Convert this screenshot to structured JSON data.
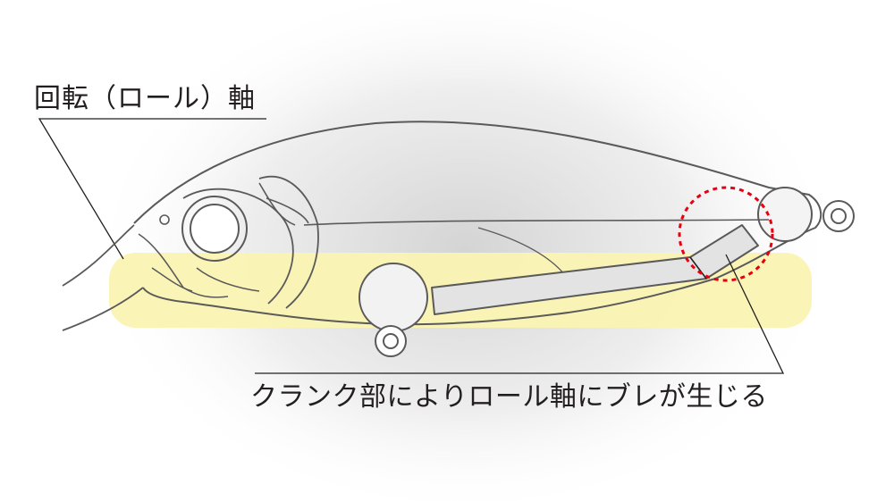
{
  "labels": {
    "roll_axis": "回転（ロール）軸",
    "crank_note": "クランク部によりロール軸にブレが生じる"
  },
  "colors": {
    "background_glow": "#e8e8e8",
    "roll_axis_band": "#fbf3b3",
    "outline": "#5a5a5a",
    "crank_plate": "#e3e3e3",
    "highlight_circle": "#e60012",
    "leader_line": "#231f20"
  },
  "icons": {
    "lure_body": "fishing-lure-illustration",
    "crank_highlight": "dashed-circle-highlight"
  }
}
